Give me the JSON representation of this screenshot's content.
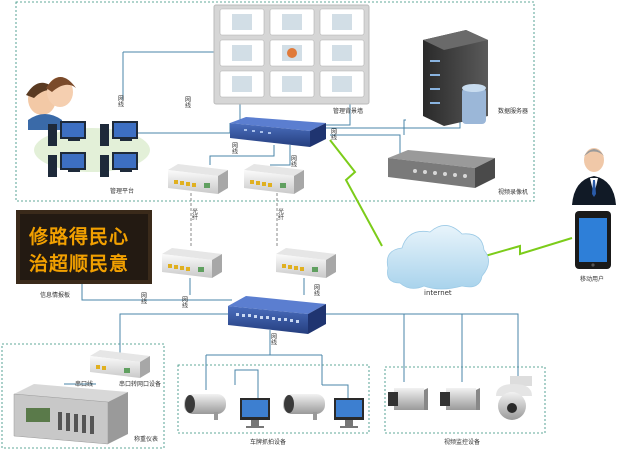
{
  "labels": {
    "wall": "管理背景墙",
    "db_server": "数据服务器",
    "mgmt": "管理平台",
    "nvr": "视频录像机",
    "internet": "internet",
    "mobile": "移动用户",
    "info_screen": "信息情报板",
    "serial": "串口线",
    "serial_eth": "串口转网口设备",
    "weigh": "称重仪表",
    "plate": "车牌抓拍设备",
    "video": "视频监控设备"
  },
  "led_lines": [
    "修路得民心",
    "治超顺民意"
  ],
  "line_labels": {
    "net_line": "网线",
    "optic_line": "光纤"
  },
  "colors": {
    "switch_blue": "#2f4f9a",
    "network_line": "#4a86a8",
    "optic_line": "#888888",
    "wireless": "#7ccc1a",
    "dashed_frame": "#2d8c7a",
    "led_text": "#f2a000"
  },
  "icons": [
    "people-icon",
    "computer-icon",
    "server-icon",
    "nvr-icon",
    "switch-icon",
    "fiber-converter-icon",
    "cloud-icon",
    "person-icon",
    "phone-icon",
    "led-board-icon",
    "bullet-camera-icon",
    "monitor-icon",
    "dome-camera-icon",
    "weigh-instrument-icon"
  ]
}
